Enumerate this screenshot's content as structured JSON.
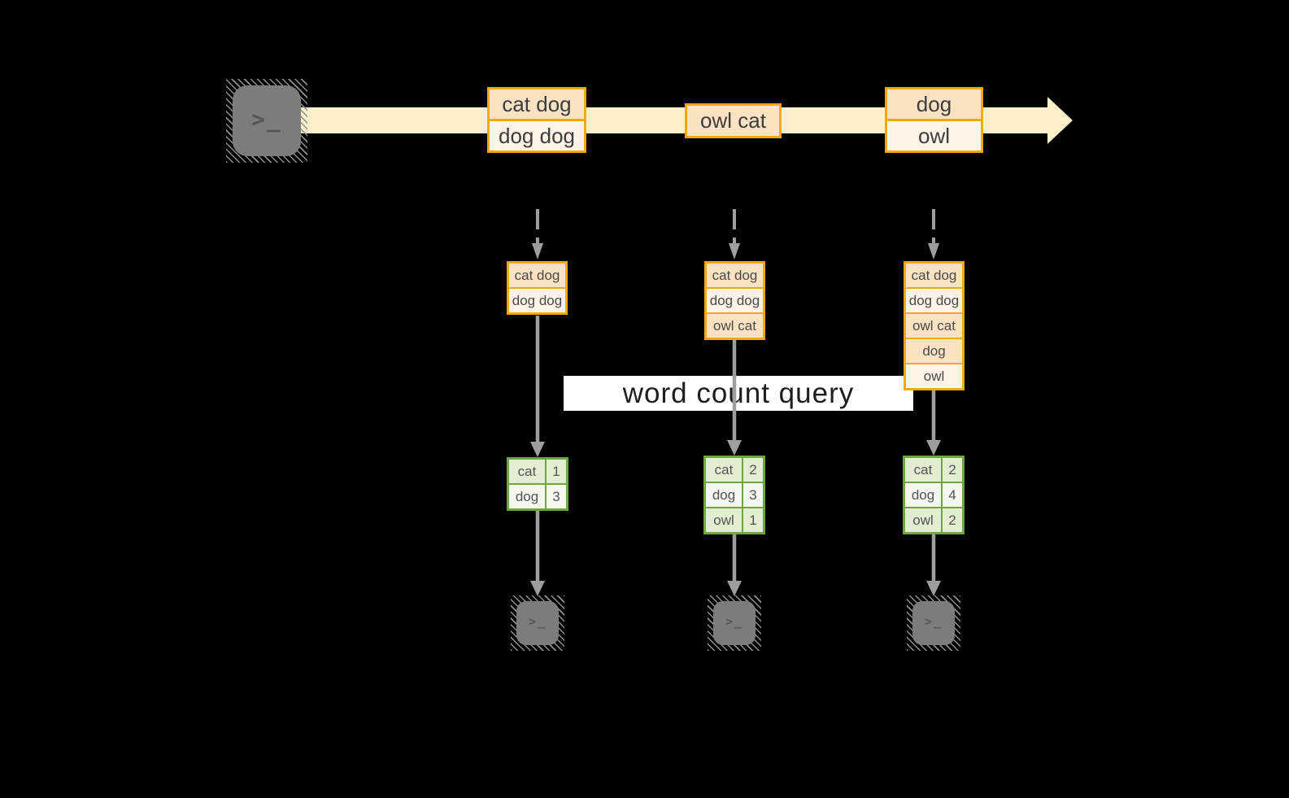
{
  "title": "word count query streaming diagram",
  "banner": {
    "label": "word count query"
  },
  "icons": {
    "source": "terminal-icon",
    "sink": "terminal-icon",
    "terminal_glyph": ">_"
  },
  "colors": {
    "background": "#000000",
    "stream_band": "#fbf0ca",
    "accent_orange": "#f2a900",
    "fill_peach": "#fbe2c2",
    "fill_cream": "#fdf3e6",
    "accent_green": "#6ea73e",
    "fill_green_light": "#e2edd2",
    "fill_green_lighter": "#f4f8ef",
    "arrow_gray": "#9e9e9e",
    "terminal_gray": "#7c7c7c"
  },
  "stream": {
    "messages": [
      {
        "lines": [
          {
            "text": "cat dog",
            "tone": "peach"
          },
          {
            "text": "dog dog",
            "tone": "cream"
          }
        ]
      },
      {
        "lines": [
          {
            "text": "owl cat",
            "tone": "peach"
          }
        ]
      },
      {
        "lines": [
          {
            "text": "dog",
            "tone": "peach"
          },
          {
            "text": "owl",
            "tone": "cream"
          }
        ]
      }
    ]
  },
  "columns": [
    {
      "stack": [
        {
          "text": "cat dog",
          "tone": "peach"
        },
        {
          "text": "dog dog",
          "tone": "cream"
        }
      ],
      "counts": [
        {
          "word": "cat",
          "count": "1"
        },
        {
          "word": "dog",
          "count": "3"
        }
      ]
    },
    {
      "stack": [
        {
          "text": "cat dog",
          "tone": "peach"
        },
        {
          "text": "dog dog",
          "tone": "cream"
        },
        {
          "text": "owl cat",
          "tone": "peach"
        }
      ],
      "counts": [
        {
          "word": "cat",
          "count": "2"
        },
        {
          "word": "dog",
          "count": "3"
        },
        {
          "word": "owl",
          "count": "1"
        }
      ]
    },
    {
      "stack": [
        {
          "text": "cat dog",
          "tone": "peach"
        },
        {
          "text": "dog dog",
          "tone": "cream"
        },
        {
          "text": "owl cat",
          "tone": "peach"
        },
        {
          "text": "dog",
          "tone": "peach"
        },
        {
          "text": "owl",
          "tone": "cream"
        }
      ],
      "counts": [
        {
          "word": "cat",
          "count": "2"
        },
        {
          "word": "dog",
          "count": "4"
        },
        {
          "word": "owl",
          "count": "2"
        }
      ]
    }
  ]
}
